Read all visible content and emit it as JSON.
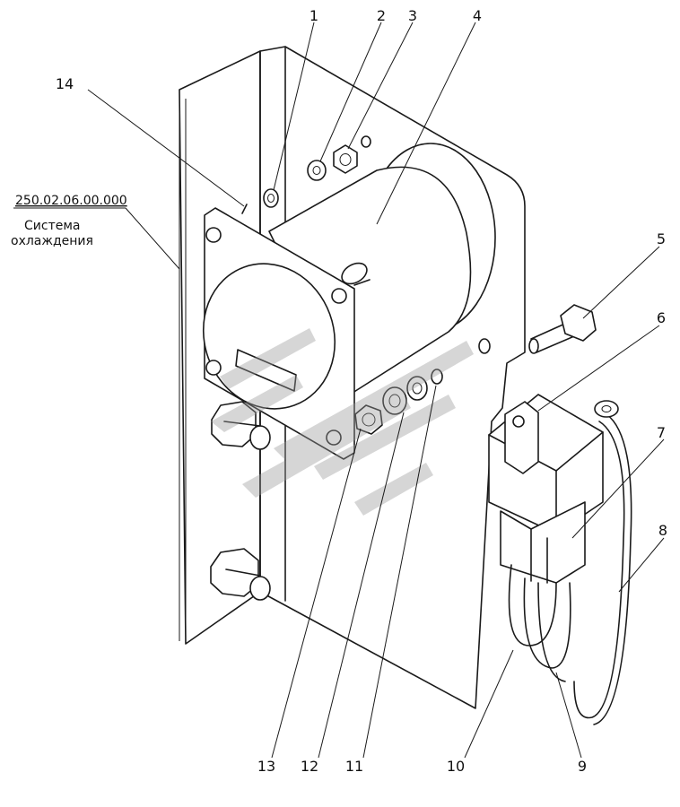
{
  "title_block": {
    "code": "250.02.06.00.000",
    "name_line1": "Система",
    "name_line2": "охлаждения"
  },
  "callouts": [
    "1",
    "2",
    "3",
    "4",
    "5",
    "6",
    "7",
    "8",
    "9",
    "10",
    "11",
    "12",
    "13",
    "14"
  ],
  "watermark": {
    "type": "logo",
    "color": "#9a9a9a",
    "opacity": 0.4
  }
}
